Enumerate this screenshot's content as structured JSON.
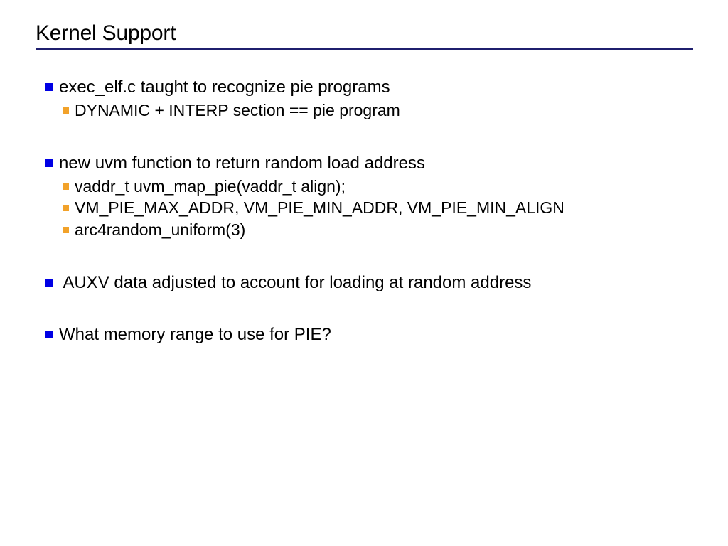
{
  "slide": {
    "title": "Kernel Support",
    "rule_color": "#1f1f6e",
    "background": "#ffffff",
    "text_color": "#000000",
    "bullet_colors": {
      "level1": "#0000e4",
      "level2": "#f2a22a"
    },
    "bullets": [
      {
        "level": 1,
        "text": "exec_elf.c taught to recognize pie programs"
      },
      {
        "level": 2,
        "text": "DYNAMIC + INTERP section == pie program"
      },
      {
        "level": 1,
        "text": "new uvm function to return random load address"
      },
      {
        "level": 2,
        "text": "vaddr_t uvm_map_pie(vaddr_t align);"
      },
      {
        "level": 2,
        "text": "VM_PIE_MAX_ADDR, VM_PIE_MIN_ADDR, VM_PIE_MIN_ALIGN"
      },
      {
        "level": 2,
        "text": "arc4random_uniform(3)"
      },
      {
        "level": 1,
        "text": " AUXV data adjusted to account for loading at random address"
      },
      {
        "level": 1,
        "text": "What memory range to use for PIE?"
      }
    ]
  }
}
